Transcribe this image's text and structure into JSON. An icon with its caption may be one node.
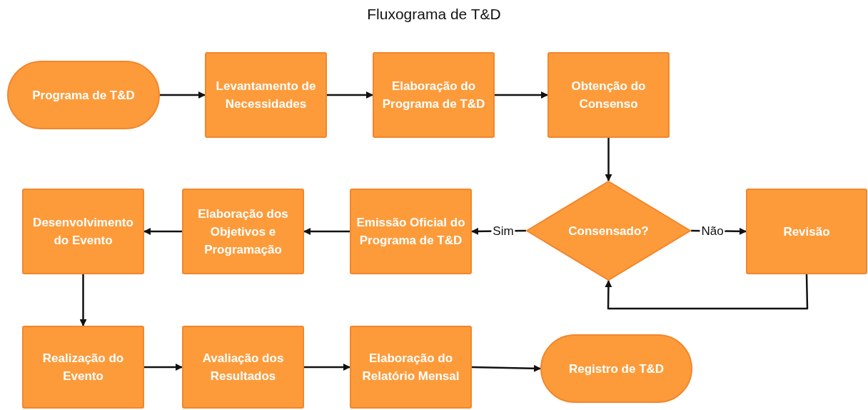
{
  "diagram": {
    "title": "Fluxograma de T&D",
    "nodes": [
      {
        "text": [
          "Programa de T&D"
        ]
      },
      {
        "text": [
          "Levantamento de Necessidades"
        ]
      },
      {
        "text": [
          "Elaboração do Programa de T&D"
        ]
      },
      {
        "text": [
          "Obtenção do Consenso"
        ]
      },
      {
        "text": [
          "Consensado?"
        ]
      },
      {
        "text": [
          "Revisão"
        ]
      },
      {
        "text": [
          "Emissão Oficial do Programa de T&D"
        ]
      },
      {
        "text": [
          "Elaboração dos Objetivos e Programação"
        ]
      },
      {
        "text": [
          "Desenvolvimento do Evento"
        ]
      },
      {
        "text": [
          "Realização do Evento"
        ]
      },
      {
        "text": [
          "Avaliação dos Resultados"
        ]
      },
      {
        "text": [
          "Elaboração do Relatório Mensal"
        ]
      },
      {
        "text": [
          "Registro de T&D"
        ]
      }
    ],
    "edges": [
      {
        "from": 0,
        "to": 1,
        "arrow": "to"
      },
      {
        "from": 1,
        "to": 2,
        "arrow": "to"
      },
      {
        "from": 2,
        "to": 3,
        "arrow": "to"
      },
      {
        "from": 3,
        "to": 4,
        "arrow": "to"
      },
      {
        "from": 4,
        "to": 6,
        "arrow": "to",
        "label": "Sim"
      },
      {
        "from": 4,
        "to": 5,
        "arrow": "to",
        "label": "Não"
      },
      {
        "from": 5,
        "to": 4,
        "arrow": "to"
      },
      {
        "from": 6,
        "to": 7,
        "arrow": "to"
      },
      {
        "from": 7,
        "to": 8,
        "arrow": "to"
      },
      {
        "from": 8,
        "to": 9,
        "arrow": "to"
      },
      {
        "from": 9,
        "to": 10,
        "arrow": "to"
      },
      {
        "from": 10,
        "to": 11,
        "arrow": "to"
      },
      {
        "from": 11,
        "to": 12,
        "arrow": "to"
      }
    ]
  }
}
